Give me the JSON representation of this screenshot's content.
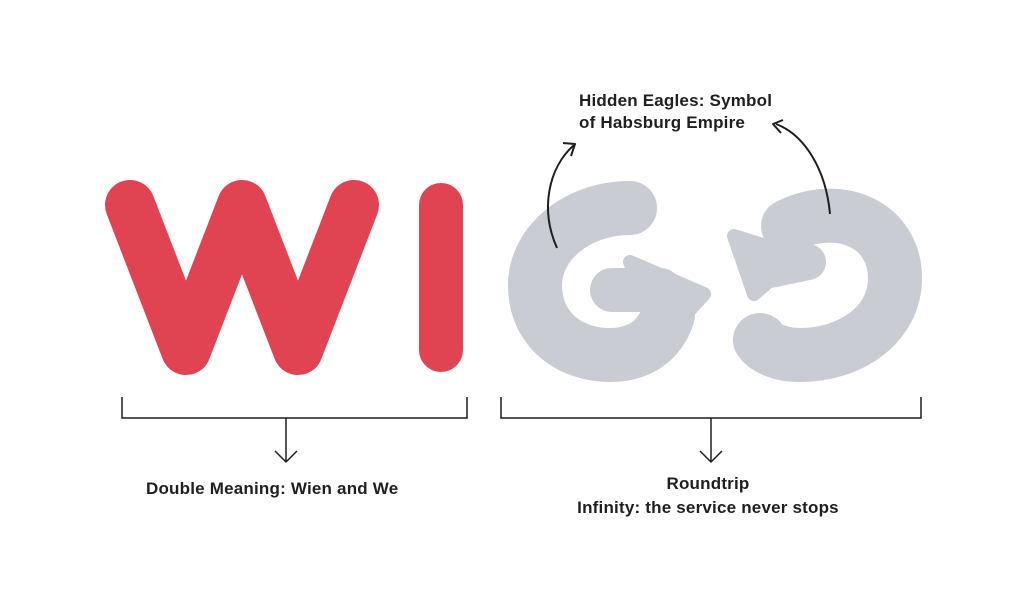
{
  "logo": {
    "colors": {
      "wi": "#e04352",
      "go": "#c9ccd3",
      "ink": "#1f1f1f"
    }
  },
  "annotations": {
    "hidden_eagles": {
      "line1": "Hidden Eagles: Symbol",
      "line2": "of Habsburg Empire"
    },
    "double_meaning": "Double Meaning: Wien and We",
    "roundtrip": {
      "line1": "Roundtrip",
      "line2": "Infinity: the service never stops"
    }
  }
}
